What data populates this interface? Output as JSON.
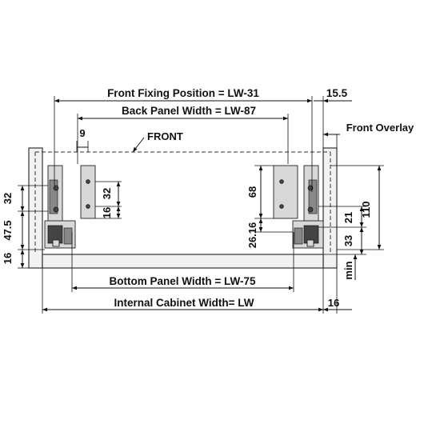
{
  "labels": {
    "front_fixing": "Front Fixing Position = LW-31",
    "back_panel": "Back Panel Width = LW-87",
    "bottom_panel": "Bottom Panel Width = LW-75",
    "internal_width": "Internal Cabinet Width= LW",
    "front_marker": "FRONT",
    "front_overlay": "Front Overlay",
    "dim_15_5": "15.5",
    "dim_9": "9",
    "dim_32_left": "32",
    "dim_47_5": "47.5",
    "dim_16_left": "16",
    "dim_32_inner": "32",
    "dim_16_inner": "16",
    "dim_68": "68",
    "dim_26_16": "26.16",
    "dim_21": "21",
    "dim_110": "110",
    "dim_33": "33",
    "dim_min": "min",
    "dim_16_right": "16"
  }
}
